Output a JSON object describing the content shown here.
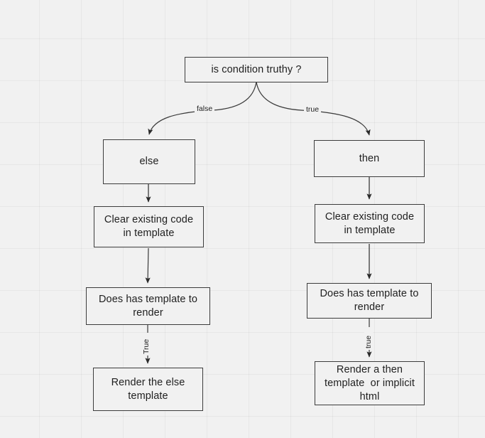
{
  "diagram": {
    "title": "is condition truthy ?",
    "background_color": "#f1f1f1",
    "node_border_color": "#3c3c3c",
    "text_color": "#1f1f1f",
    "nodes": [
      {
        "id": "condition",
        "label": "is condition truthy ?"
      },
      {
        "id": "else",
        "label": "else"
      },
      {
        "id": "then",
        "label": "then"
      },
      {
        "id": "clear_else",
        "label": "Clear existing code in template"
      },
      {
        "id": "clear_then",
        "label": "Clear existing code in template"
      },
      {
        "id": "has_template_else",
        "label": "Does has template to render"
      },
      {
        "id": "has_template_then",
        "label": "Does has template to render"
      },
      {
        "id": "render_else",
        "label": "Render the else template"
      },
      {
        "id": "render_then",
        "label": "Render a then template  or implicit html"
      }
    ],
    "edge_labels": {
      "false": "false",
      "true": "true",
      "true_else_branch": "True",
      "true_then_branch": "true"
    }
  }
}
